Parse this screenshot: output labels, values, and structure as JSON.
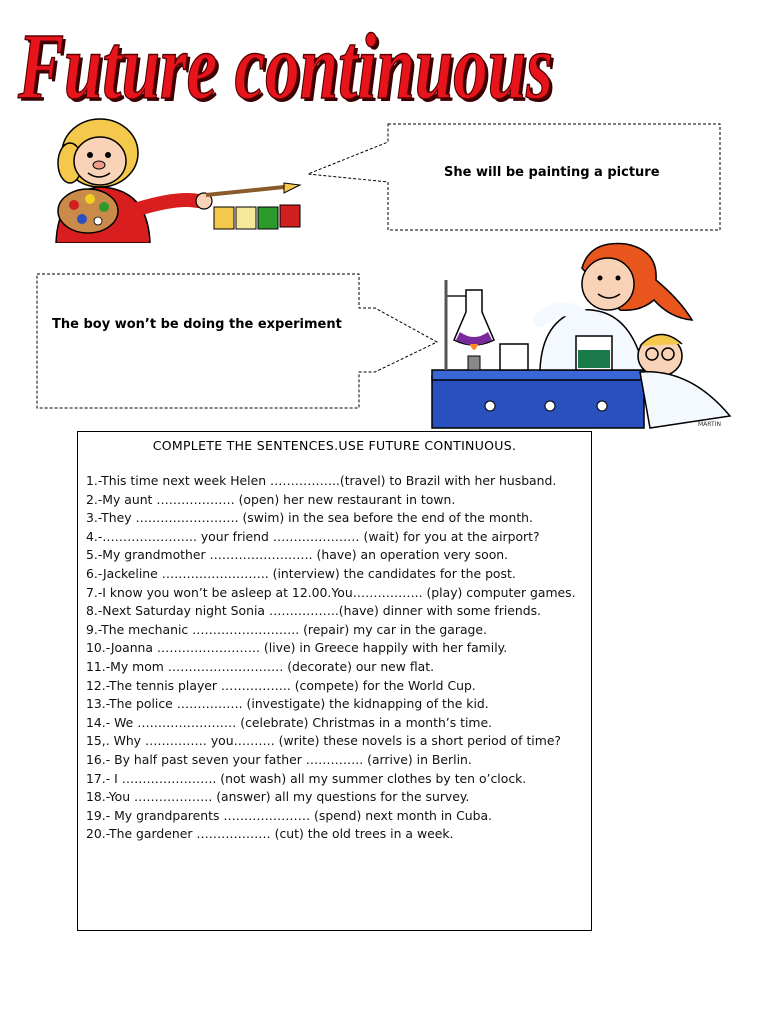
{
  "title": "Future continuous",
  "callout_top": {
    "text": "She will be painting a picture"
  },
  "callout_middle": {
    "text": "The boy won’t be doing the experiment"
  },
  "illustration_credit": "MARTIN",
  "exercise": {
    "heading": "COMPLETE THE SENTENCES.USE FUTURE CONTINUOUS.",
    "items": [
      "1.-This time next week Helen ……………..(travel) to Brazil with her husband.",
      "2.-My aunt ………………. (open) her new restaurant in town.",
      "3.-They ……………………. (swim) in the sea before the end of the month.",
      "4.-………………….. your friend ………………… (wait) for you at the airport?",
      "5.-My grandmother ……………………. (have) an operation very soon.",
      "6.-Jackeline …………………….. (interview) the candidates for the post.",
      "7.-I know you won’t be asleep at 12.00.You…………….. (play) computer games.",
      "8.-Next Saturday night Sonia ……………..(have) dinner with some friends.",
      "9.-The mechanic …………………….. (repair) my car in the garage.",
      "10.-Joanna ……………………. (live) in Greece happily with her family.",
      "11.-My mom ………………………. (decorate) our new flat.",
      "12.-The tennis player …………….. (compete) for the World Cup.",
      "13.-The police ……………. (investigate) the kidnapping of the kid.",
      "14.- We …………………… (celebrate) Christmas in a month’s time.",
      "15,. Why …………… you………. (write) these novels is a short period of time?",
      "16.- By half past seven your father ………….. (arrive) in Berlin.",
      "17.- I ………………….. (not wash) all my summer clothes by ten o’clock.",
      "18.-You ………………. (answer) all my questions for the survey.",
      "19.- My grandparents ………………… (spend) next month in Cuba.",
      "20.-The gardener ……………… (cut) the old trees in a week."
    ]
  },
  "colors": {
    "title_fill": "#e8141c",
    "title_outline": "#5a0000"
  }
}
